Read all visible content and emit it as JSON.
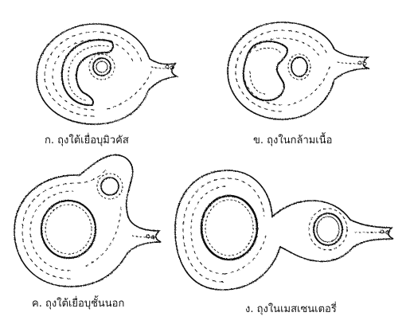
{
  "panels": [
    {
      "label": "ก. ถุงใต้เยื่อบุมิวคัส"
    },
    {
      "label": "ข. ถุงในกล้ามเนื้อ"
    },
    {
      "label": "ค. ถุงใต้เยื่อบุชั้นนอก"
    },
    {
      "label": "ง. ถุงในเมสเซนเตอรี่"
    }
  ]
}
